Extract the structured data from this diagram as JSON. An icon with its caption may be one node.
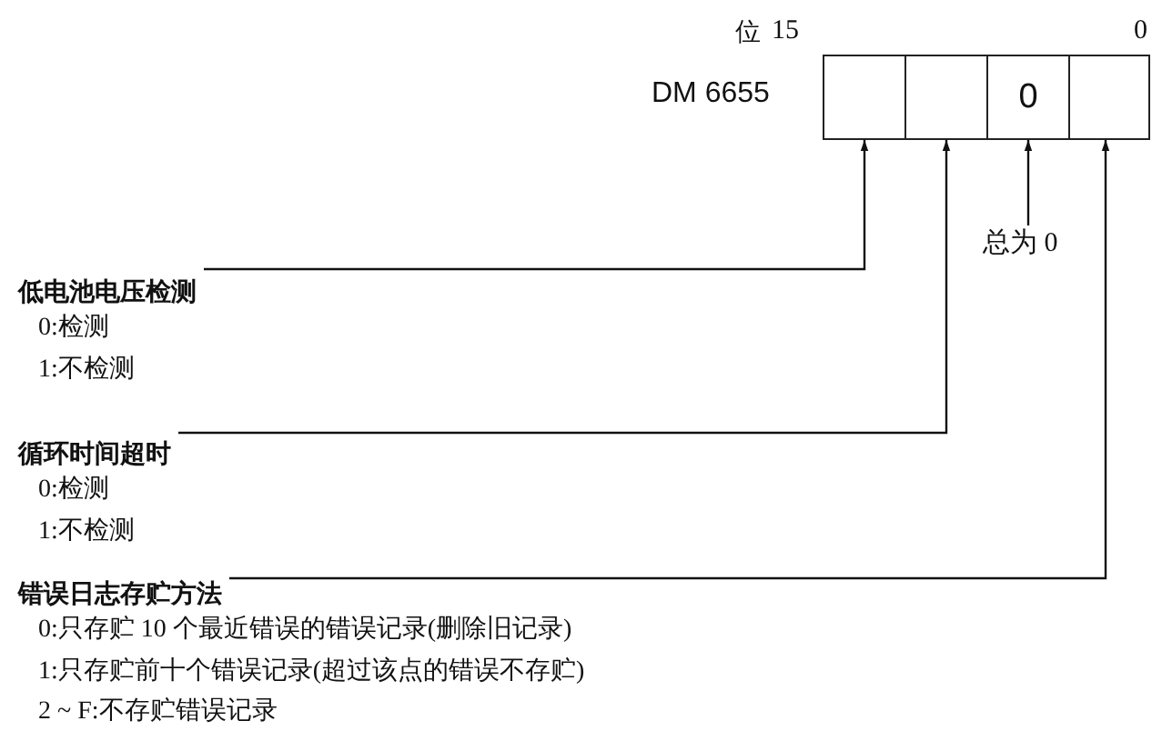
{
  "diagram": {
    "nodes": [
      {
        "text": [],
        "shape": "box"
      },
      {
        "text": [],
        "shape": "box"
      },
      {
        "text": [
          "0"
        ]
      },
      {
        "text": [],
        "shape": "box"
      },
      {
        "text": [
          "低电池电压检测",
          "0:检测",
          "1:不检测"
        ]
      },
      {
        "text": [
          "循环时间超时",
          "0:检测",
          "1:不检测"
        ]
      },
      {
        "text": [
          "错误日志存贮方法",
          "0:只存贮 10 个最近错误的错误记录(删除旧记录)",
          "1:只存贮前十个错误记录(超过该点的错误不存贮)",
          "2 ~ F:不存贮错误记录"
        ]
      },
      {
        "text": [
          "总为 0"
        ]
      }
    ],
    "edges": [
      {
        "from": 4,
        "to": 0,
        "arrow": "to"
      },
      {
        "from": 5,
        "to": 1,
        "arrow": "to"
      },
      {
        "from": 7,
        "to": 2,
        "arrow": "to"
      },
      {
        "from": 6,
        "to": 3,
        "arrow": "to"
      }
    ],
    "labels": [
      "位",
      "15",
      "0",
      "DM 6655"
    ]
  }
}
